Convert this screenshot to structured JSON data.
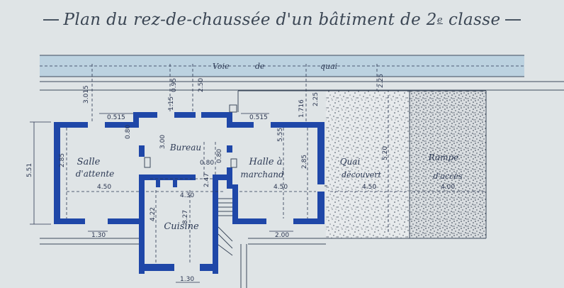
{
  "title": {
    "prefix": "Plan du rez-de-chaussée d'un bâtiment de 2",
    "superscript": "e",
    "suffix": "classe"
  },
  "track": {
    "label_part1": "Voie",
    "label_part2": "de",
    "label_part3": "quai"
  },
  "rooms": {
    "salle_line1": "Salle",
    "salle_line2": "d'attente",
    "bureau": "Bureau",
    "halle_line1": "Halle à",
    "halle_line2": "marchand",
    "quai_line1": "Quai",
    "quai_line2": "découvert",
    "rampe_line1": "Rampe",
    "rampe_line2": "d'accès",
    "cuisine": "Cuisine"
  },
  "dimensions": {
    "d_3015": "3.015",
    "d_0515a": "0.515",
    "d_0515b": "0.515",
    "d_095": "0.95",
    "d_250": "2.50",
    "d_115": "1.15",
    "d_1716": "1.716",
    "d_225a": "2.25",
    "d_225b": "2.25",
    "d_551": "5.51",
    "d_285a": "2.85",
    "d_450a": "4.50",
    "d_080a": "0.80",
    "d_300": "3.00",
    "d_080b": "0.80",
    "d_080c": "0.80",
    "d_247": "2.47",
    "d_555": "5.55",
    "d_285b": "2.85",
    "d_450b": "4.50",
    "d_520": "5.20",
    "d_450c": "4.50",
    "d_400": "4.00",
    "d_430": "4.30",
    "d_422": "4.22",
    "d_827": "8.27",
    "d_130a": "1.30",
    "d_200": "2.00",
    "d_130b": "1.30"
  },
  "colors": {
    "paper": "#dfe4e6",
    "wall_blue": "#1f47a8",
    "track_blue": "#bcd2e0",
    "ink": "#2a3550"
  }
}
